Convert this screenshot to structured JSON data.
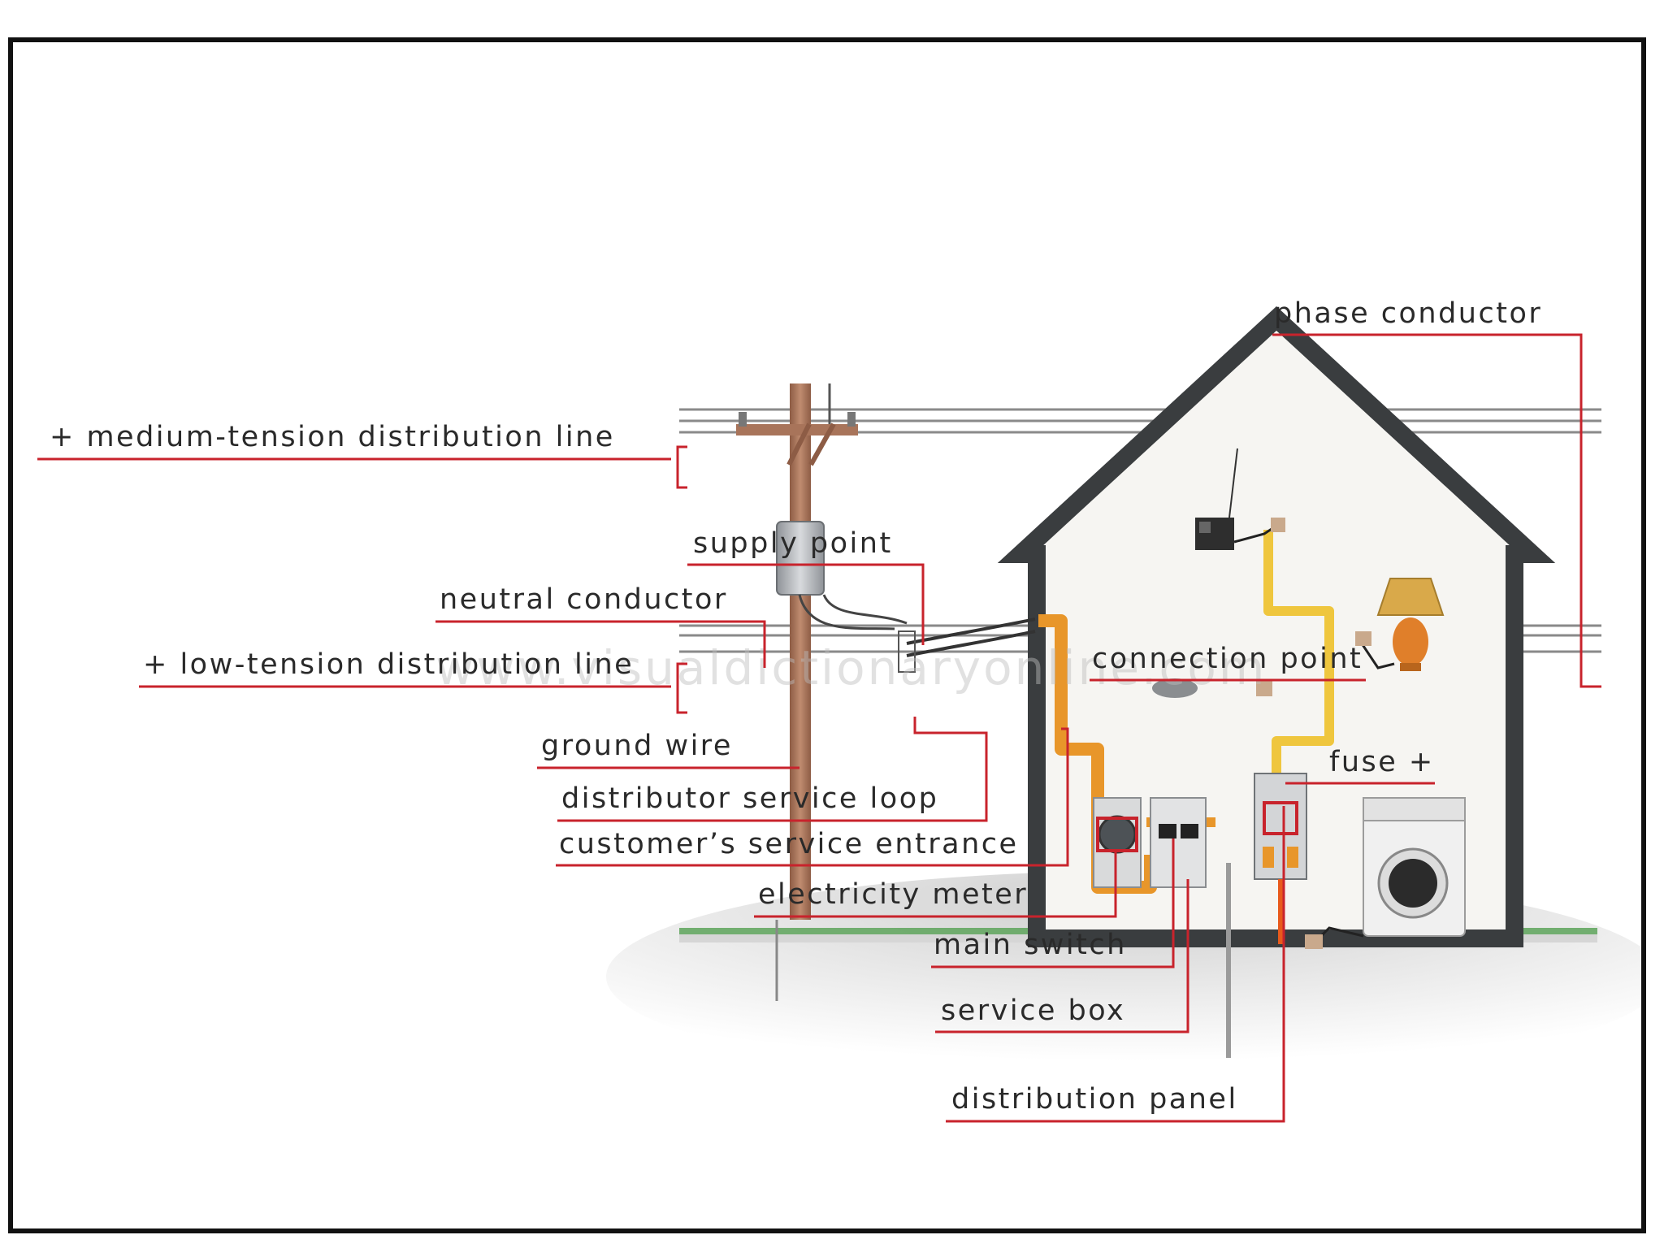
{
  "labels": {
    "phase_conductor": "phase conductor",
    "medium_tension": "+ medium-tension distribution line",
    "supply_point": "supply point",
    "neutral_conductor": "neutral conductor",
    "low_tension": "+ low-tension distribution line",
    "connection_point": "connection point",
    "ground_wire": "ground wire",
    "fuse": "fuse +",
    "distributor_service_loop": "distributor service loop",
    "customers_service_entrance": "customer’s service entrance",
    "electricity_meter": "electricity meter",
    "main_switch": "main switch",
    "service_box": "service box",
    "distribution_panel": "distribution panel"
  },
  "watermark": "www.visualdictionaryonline.com",
  "colors": {
    "leader": "#c8232c",
    "house_outline": "#3a3d3f",
    "house_fill": "#f6f5f2",
    "wire_orange": "#e8962a",
    "wire_yellow": "#efc63e",
    "pole": "#a8745a",
    "grass": "#4c9a4c"
  }
}
